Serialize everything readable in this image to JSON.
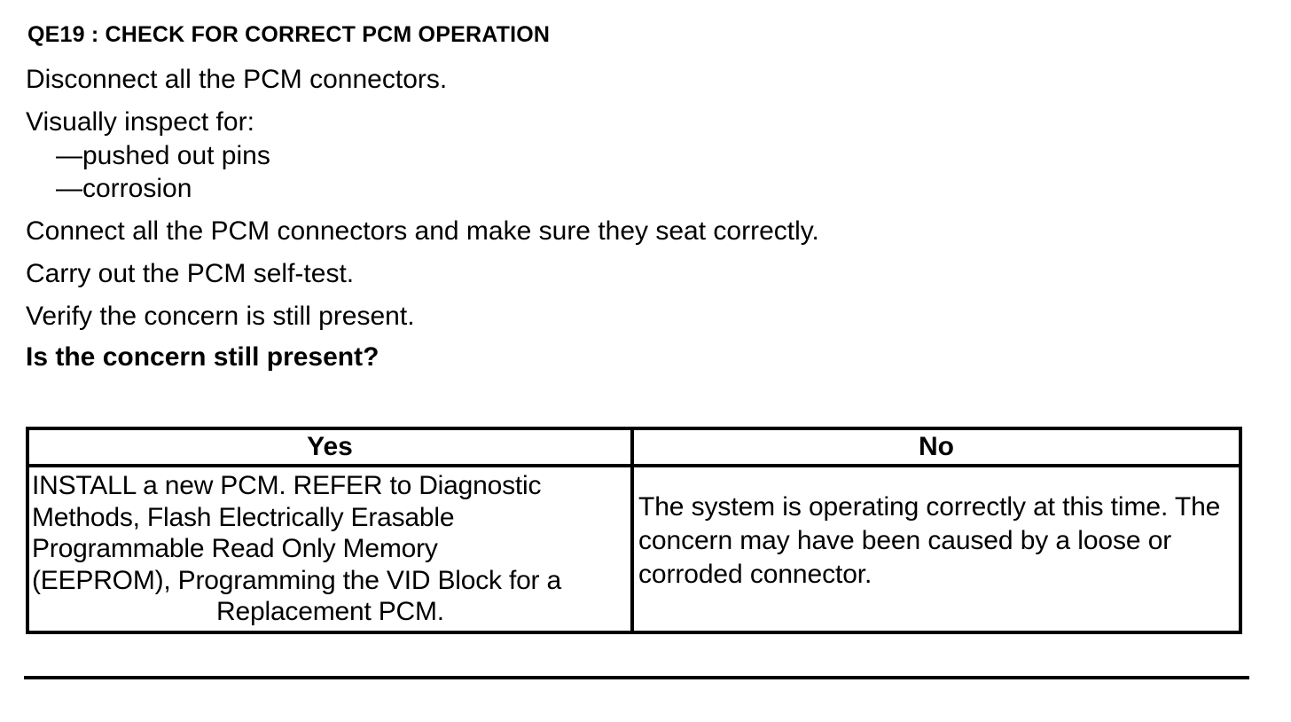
{
  "heading": "QE19 : CHECK FOR CORRECT PCM OPERATION",
  "steps": {
    "disconnect": "Disconnect all the PCM connectors.",
    "inspect_intro": "Visually inspect for:",
    "inspect_items": [
      "—pushed out pins",
      "—corrosion"
    ],
    "connect": "Connect all the PCM connectors and make sure they seat correctly.",
    "self_test": "Carry out the PCM self-test.",
    "verify": "Verify the concern is still present."
  },
  "question": "Is the concern still present?",
  "table": {
    "headers": {
      "yes": "Yes",
      "no": "No"
    },
    "yes_lines": [
      "INSTALL a new PCM. REFER to Diagnostic",
      "Methods,  Flash Electrically Erasable",
      "Programmable Read Only Memory",
      "(EEPROM), Programming the VID Block for a",
      "Replacement PCM."
    ],
    "no_text": "The system is operating correctly at this time. The concern may have been caused by a loose or corroded connector."
  }
}
